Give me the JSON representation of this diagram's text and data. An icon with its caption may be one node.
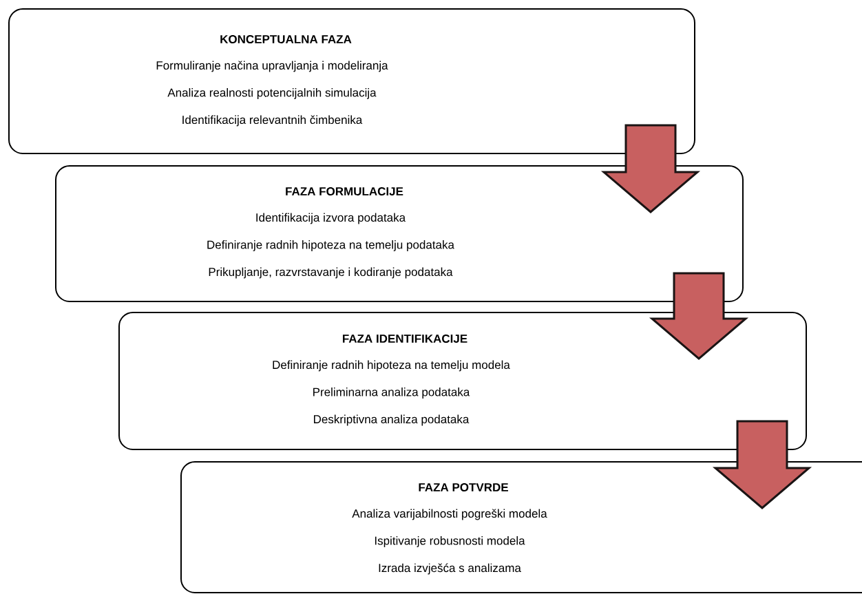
{
  "diagram": {
    "nodes": [
      {
        "text": [
          "KONCEPTUALNA FAZA",
          "Formuliranje načina upravljanja i modeliranja",
          "Analiza realnosti potencijalnih simulacija",
          "Identifikacija relevantnih čimbenika"
        ]
      },
      {
        "text": [
          "FAZA FORMULACIJE",
          "Identifikacija izvora podataka",
          "Definiranje radnih hipoteza na temelju podataka",
          "Prikupljanje, razvrstavanje i kodiranje podataka"
        ]
      },
      {
        "text": [
          "FAZA IDENTIFIKACIJE",
          "Definiranje radnih hipoteza na temelju modela",
          "Preliminarna analiza podataka",
          "Deskriptivna analiza podataka"
        ]
      },
      {
        "text": [
          "FAZA POTVRDE",
          "Analiza varijabilnosti pogreški modela",
          "Ispitivanje robusnosti modela",
          "Izrada izvješća s analizama"
        ]
      }
    ],
    "edges": [
      {
        "from": 0,
        "to": 1,
        "arrow": "to"
      },
      {
        "from": 1,
        "to": 2,
        "arrow": "to"
      },
      {
        "from": 2,
        "to": 3,
        "arrow": "to"
      }
    ]
  }
}
